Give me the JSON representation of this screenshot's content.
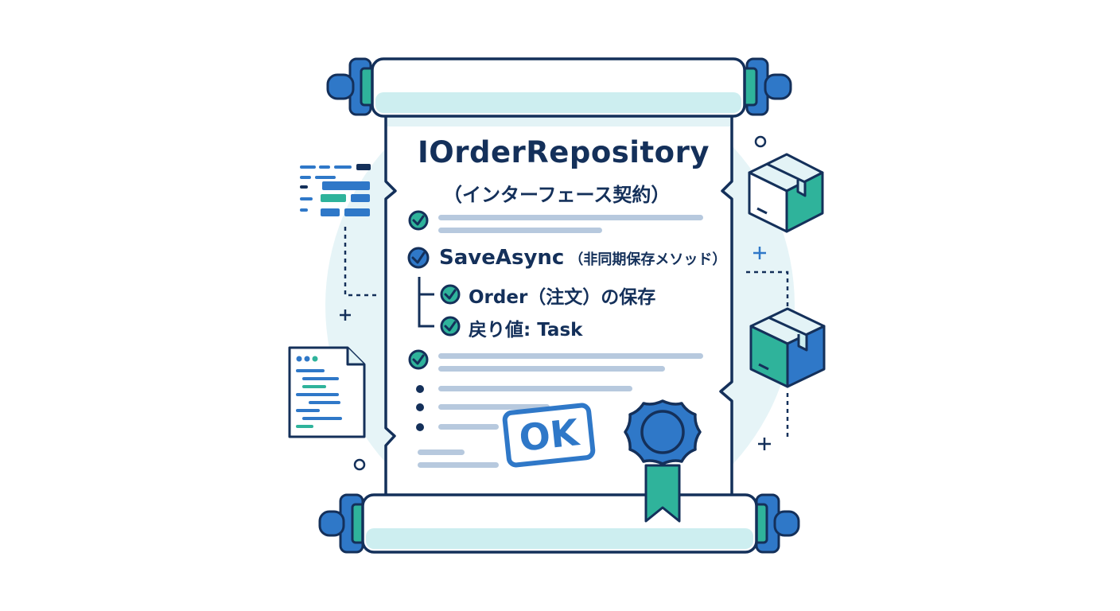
{
  "scroll": {
    "title": "IOrderRepository",
    "subtitle": "（インターフェース契約）",
    "method_name": "SaveAsync",
    "method_note": "（非同期保存メソッド）",
    "param_item": "Order（注文）の保存",
    "return_item": "戻り値: Task",
    "stamp_label": "OK"
  },
  "colors": {
    "navy": "#14305a",
    "blue": "#2f78c8",
    "teal": "#2fb39b",
    "pale_teal": "#cdeef0",
    "light_line": "#b7c9de"
  },
  "icons": [
    "check-circle-icon",
    "wax-seal-icon",
    "package-box-icon",
    "code-document-icon",
    "code-lines-icon",
    "plus-icon",
    "circle-icon"
  ]
}
